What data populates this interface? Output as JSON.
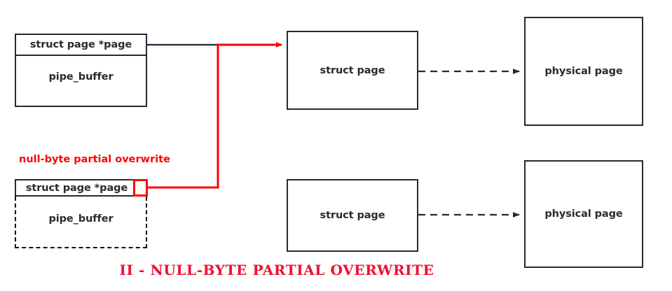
{
  "diagram": {
    "caption": "II - NULL-BYTE PARTIAL OVERWRITE",
    "annotation": "null-byte partial overwrite",
    "colors": {
      "attack": "#ff0000",
      "caption": "#ee1133",
      "box_border": "#232b35",
      "text": "#2b2b2b",
      "background": "#ffffff"
    },
    "nodes": {
      "pipe_buffer_top": {
        "header": "struct page *page",
        "body": "pipe_buffer",
        "style": "solid"
      },
      "pipe_buffer_bottom": {
        "header": "struct page *page",
        "body": "pipe_buffer",
        "style": "dashed-body"
      },
      "struct_page_top": {
        "label": "struct page"
      },
      "struct_page_bottom": {
        "label": "struct page"
      },
      "physical_page_top": {
        "label": "physical page"
      },
      "physical_page_bottom": {
        "label": "physical page"
      }
    },
    "edges": {
      "top_pointer": {
        "style": "solid",
        "color": "#232b35"
      },
      "overwritten_pointer": {
        "style": "solid",
        "color": "#ff0000",
        "arrow": true
      },
      "top_mapping": {
        "style": "dashed",
        "color": "#232b35",
        "arrow": true
      },
      "bottom_mapping": {
        "style": "dashed",
        "color": "#232b35",
        "arrow": true
      }
    }
  }
}
